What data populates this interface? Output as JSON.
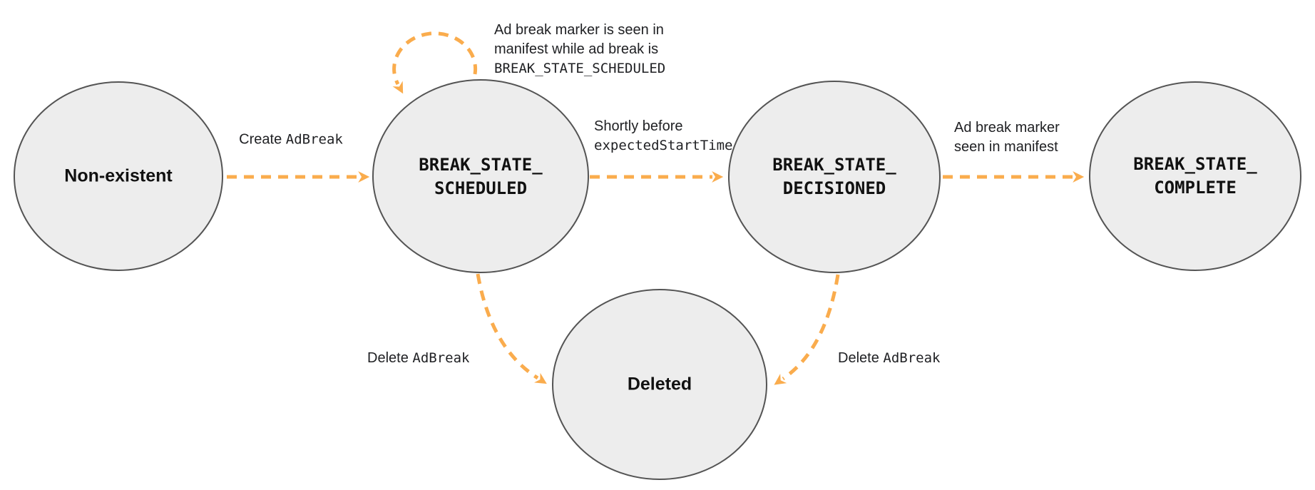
{
  "colors": {
    "arrow": "#FAAC4D",
    "node_fill": "#EDEDED",
    "node_stroke": "#545454",
    "label_text": "#202124"
  },
  "nodes": {
    "non_existent": {
      "label": "Non-existent"
    },
    "scheduled": {
      "line1": "BREAK_STATE_",
      "line2": "SCHEDULED"
    },
    "decisioned": {
      "line1": "BREAK_STATE_",
      "line2": "DECISIONED"
    },
    "complete": {
      "line1": "BREAK_STATE_",
      "line2": "COMPLETE"
    },
    "deleted": {
      "label": "Deleted"
    }
  },
  "edges": {
    "create": {
      "plain": "Create ",
      "code": "AdBreak"
    },
    "self_loop": {
      "line1": "Ad break marker is seen in",
      "line2": "manifest while ad break is",
      "line3_code": "BREAK_STATE_SCHEDULED"
    },
    "shortly_before": {
      "line1": "Shortly before",
      "line2_code": "expectedStartTime"
    },
    "marker_seen": {
      "line1": "Ad break marker",
      "line2": "seen in manifest"
    },
    "delete_left": {
      "plain": "Delete ",
      "code": "AdBreak"
    },
    "delete_right": {
      "plain": "Delete ",
      "code": "AdBreak"
    }
  }
}
